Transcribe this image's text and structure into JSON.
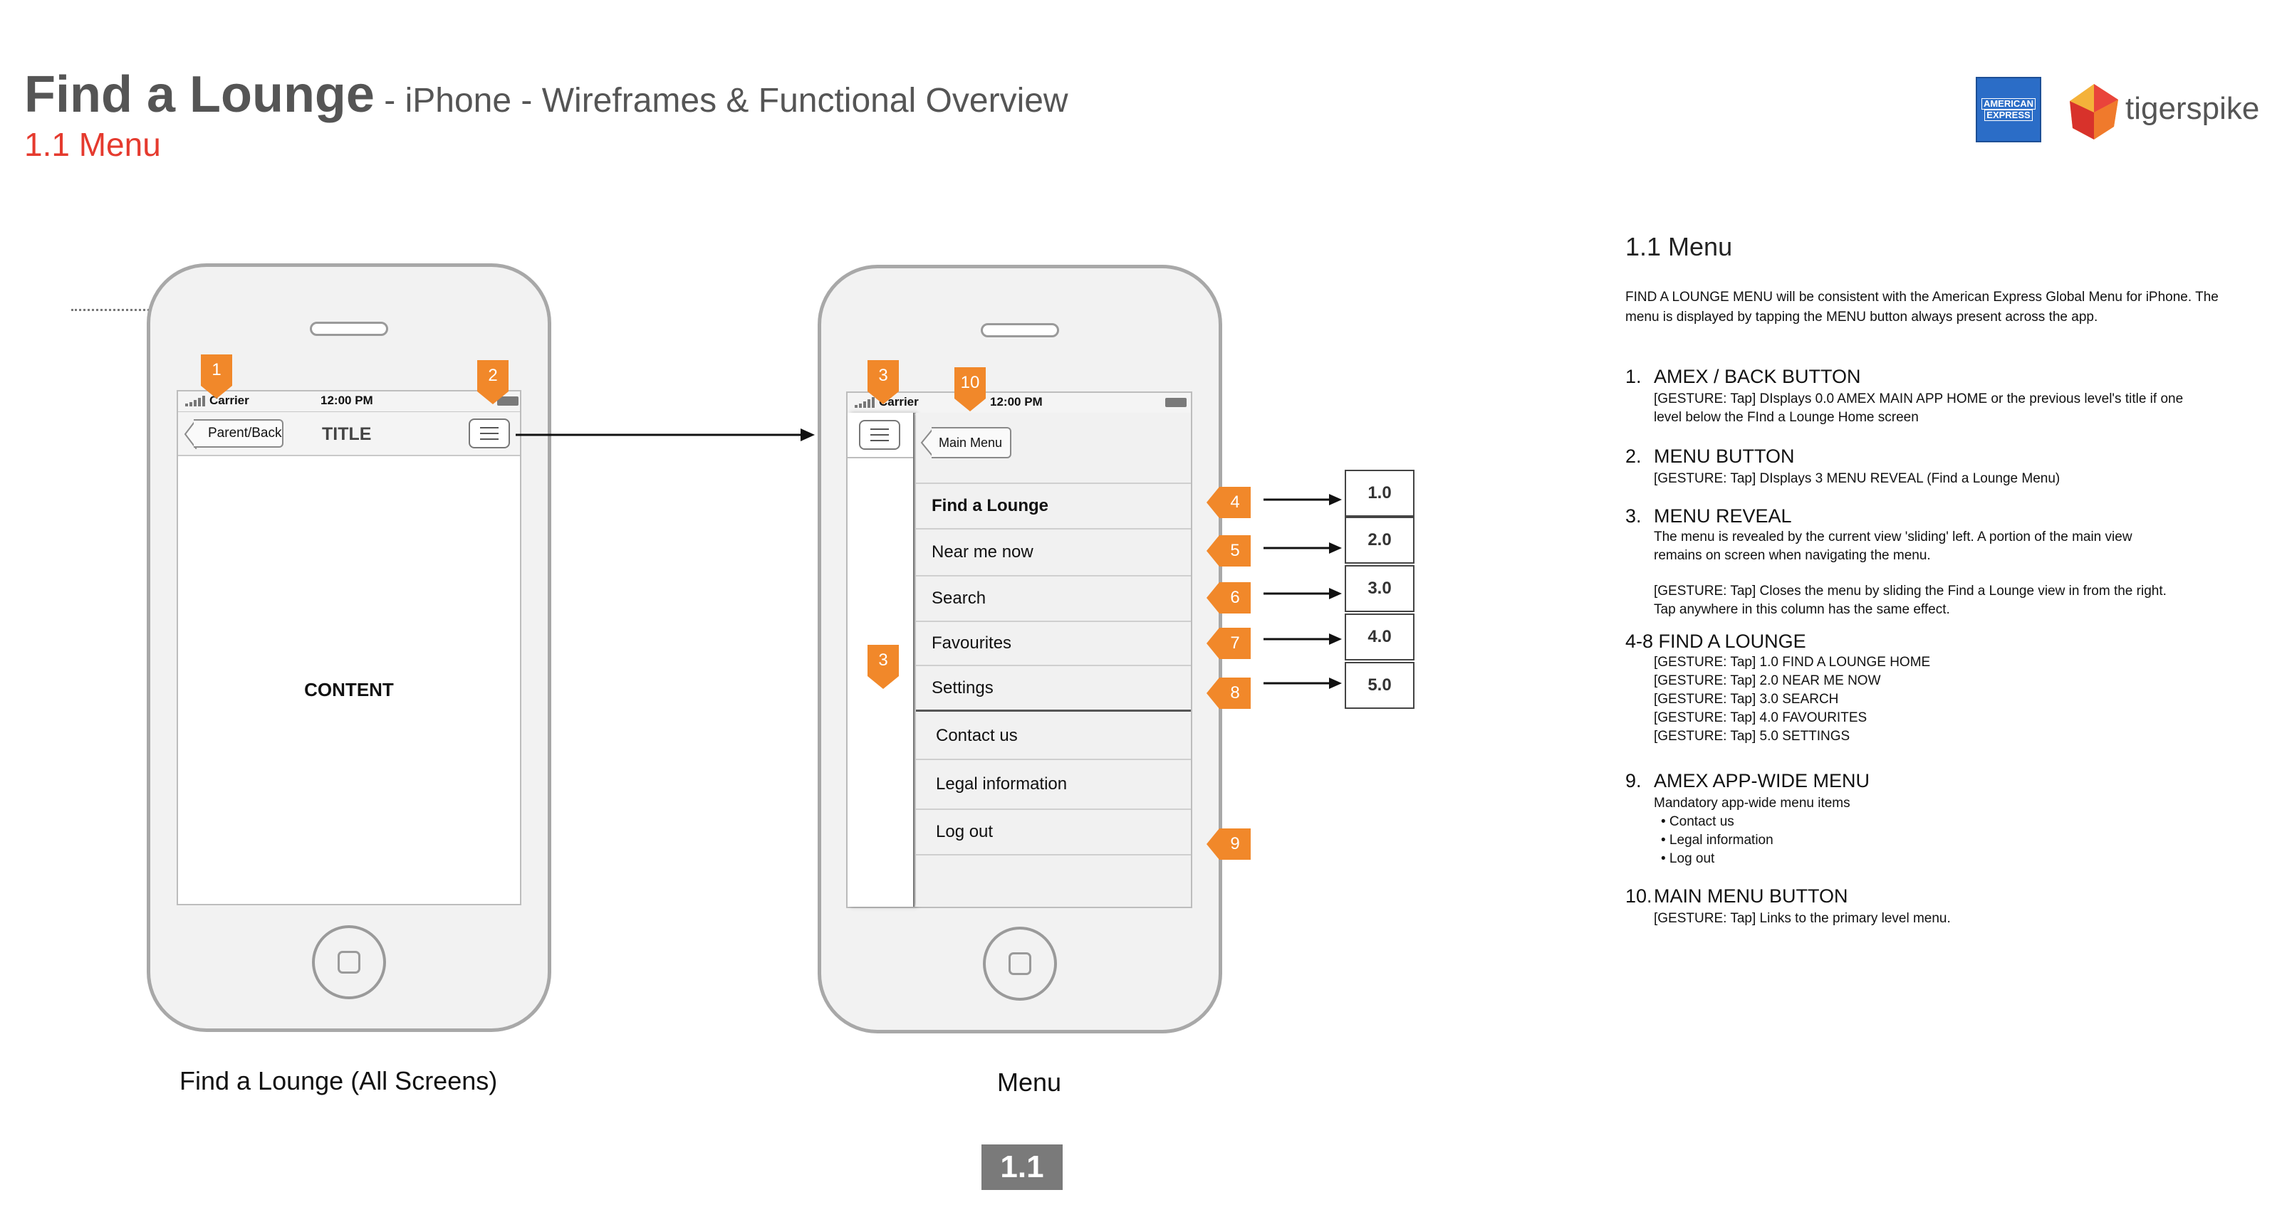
{
  "header": {
    "title": "Find a Lounge",
    "subtitle": " - iPhone - Wireframes & Functional Overview",
    "section": "1.1 Menu",
    "amex_logo_text": [
      "AMERICAN",
      "EXPRESS"
    ],
    "brand": "tigerspike"
  },
  "phone_left": {
    "carrier": "Carrier",
    "time": "12:00 PM",
    "back_label": "Parent/Back",
    "nav_title": "TITLE",
    "content": "CONTENT",
    "caption": "Find a Lounge (All Screens)"
  },
  "phone_right": {
    "carrier": "Carrier",
    "time": "12:00 PM",
    "main_menu_label": "Main Menu",
    "menu_items": [
      "Find a Lounge",
      "Near me now",
      "Search",
      "Favourites",
      "Settings"
    ],
    "global_items": [
      "Contact us",
      "Legal information",
      "Log out"
    ],
    "caption": "Menu"
  },
  "badges": [
    "1",
    "2",
    "3",
    "10",
    "3",
    "4",
    "5",
    "6",
    "7",
    "8",
    "9"
  ],
  "refs": [
    "1.0",
    "2.0",
    "3.0",
    "4.0",
    "5.0"
  ],
  "page_number": "1.1",
  "panel": {
    "title": "1.1 Menu",
    "intro": "FIND A LOUNGE MENU will be consistent with the American Express Global Menu for iPhone. The menu is displayed by tapping the MENU button always present across the app.",
    "sections": [
      {
        "num": "1.",
        "heading": "AMEX / BACK BUTTON",
        "lines": [
          "[GESTURE: Tap] DIsplays 0.0 AMEX MAIN APP HOME or the previous level's title if one",
          "level below the FInd a Lounge Home screen"
        ]
      },
      {
        "num": "2.",
        "heading": "MENU BUTTON",
        "lines": [
          "[GESTURE: Tap] DIsplays 3 MENU REVEAL (Find a Lounge Menu)"
        ]
      },
      {
        "num": "3.",
        "heading": "MENU REVEAL",
        "lines": [
          "The menu is revealed by the current view 'sliding' left. A portion of the main view",
          "remains on screen when navigating the menu.",
          "",
          "[GESTURE: Tap]  Closes the menu by sliding the Find a Lounge view in from the right.",
          "Tap anywhere in this column has the same effect."
        ]
      },
      {
        "num": "",
        "heading": "4-8 FIND A LOUNGE",
        "lines": [
          "[GESTURE: Tap] 1.0 FIND A LOUNGE HOME",
          "[GESTURE: Tap] 2.0 NEAR ME NOW",
          "[GESTURE: Tap] 3.0 SEARCH",
          "[GESTURE: Tap] 4.0 FAVOURITES",
          "[GESTURE: Tap] 5.0 SETTINGS"
        ]
      },
      {
        "num": "9.",
        "heading": "AMEX APP-WIDE MENU",
        "lines": [
          "Mandatory app-wide menu items",
          "• Contact us",
          "• Legal information",
          "• Log out"
        ]
      },
      {
        "num": "10.",
        "heading": "MAIN MENU BUTTON",
        "lines": [
          "[GESTURE: Tap] Links to the primary level menu."
        ]
      }
    ]
  },
  "colors": {
    "accent_orange": "#f1882a",
    "title_red": "#e53a2e",
    "amex_blue": "#2b6dc7"
  }
}
